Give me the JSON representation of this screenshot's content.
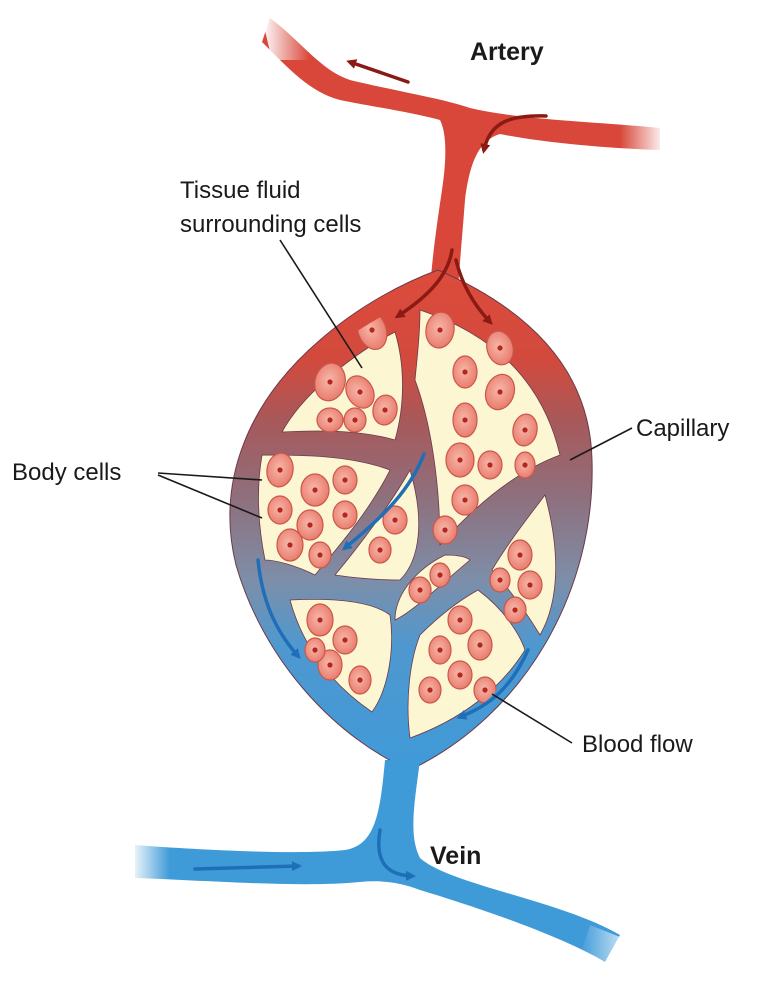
{
  "labels": {
    "artery": "Artery",
    "tissue_fluid_line1": "Tissue fluid",
    "tissue_fluid_line2": "surrounding cells",
    "capillary": "Capillary",
    "body_cells": "Body cells",
    "blood_flow": "Blood flow",
    "vein": "Vein"
  },
  "colors": {
    "artery_red": "#d8473a",
    "capillary_mauve": "#8e6f7a",
    "vein_blue": "#3f9ad8",
    "tissue_fluid": "#fdf6d2",
    "cell_fill": "#f29a8c",
    "cell_nucleus": "#b3271e",
    "arrow_red": "#8a1a14",
    "arrow_blue": "#1f6fb8"
  }
}
